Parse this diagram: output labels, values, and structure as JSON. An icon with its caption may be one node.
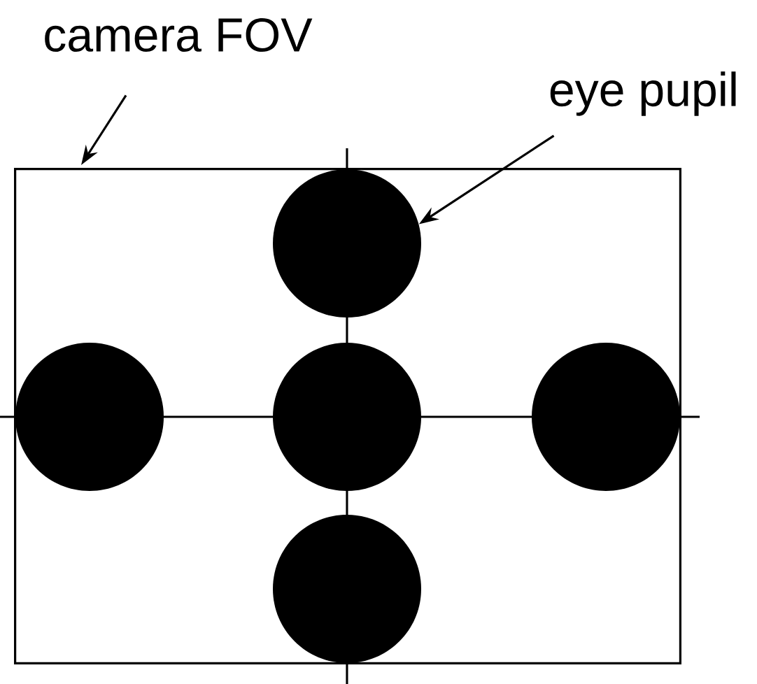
{
  "diagram": {
    "nodes": [
      {
        "text": [
          "camera FOV"
        ]
      },
      {
        "text": [],
        "shape": "box"
      },
      {
        "text": [
          "eye pupil"
        ]
      },
      {
        "text": [],
        "shape": "circle",
        "in": 1
      },
      {
        "text": [],
        "shape": "circle",
        "in": 1
      },
      {
        "text": [],
        "shape": "circle",
        "in": 1
      },
      {
        "text": [],
        "shape": "circle",
        "in": 1
      },
      {
        "text": [],
        "shape": "circle",
        "in": 1
      }
    ],
    "edges": [
      {
        "from": 0,
        "to": 1,
        "arrow": "to"
      },
      {
        "from": 2,
        "to": 3,
        "arrow": "to"
      }
    ]
  }
}
